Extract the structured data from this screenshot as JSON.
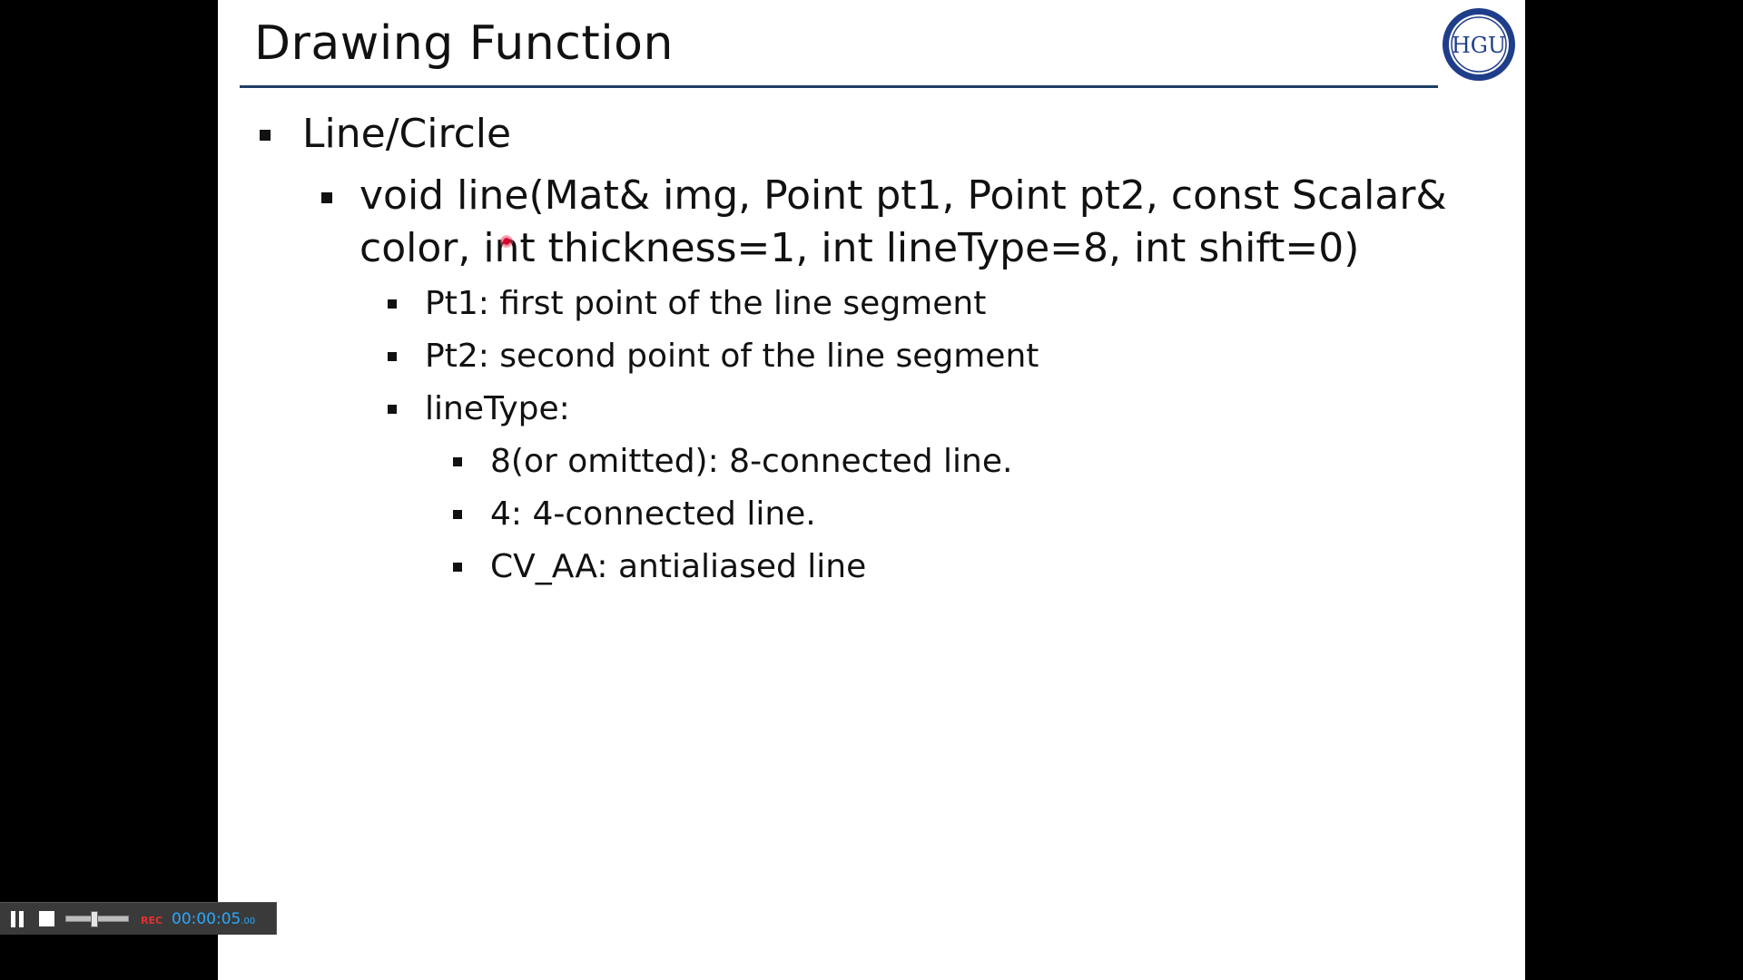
{
  "slide": {
    "title": "Drawing Function",
    "logo_text": "HGU",
    "accent_color": "#1f3e66",
    "bullets": {
      "b1": "Line/Circle",
      "b2_line1": "void line(Mat& img, Point pt1, Point pt2, const Scalar&",
      "b2_line2": "color, int thickness=1, int lineType=8, int shift=0)",
      "b3": "Pt1: first point of the line segment",
      "b4": "Pt2: second point of the line segment",
      "b5": "lineType:",
      "b6": "8(or omitted): 8-connected line.",
      "b7": "4: 4-connected line.",
      "b8": "CV_AA: antialiased line"
    }
  },
  "recorder": {
    "rec_label": "REC",
    "time": "00:00:05",
    "time_fraction": ".00",
    "time_color": "#2aa8ff",
    "rec_color": "#e53030",
    "icons": [
      "pause-icon",
      "stop-icon"
    ]
  }
}
